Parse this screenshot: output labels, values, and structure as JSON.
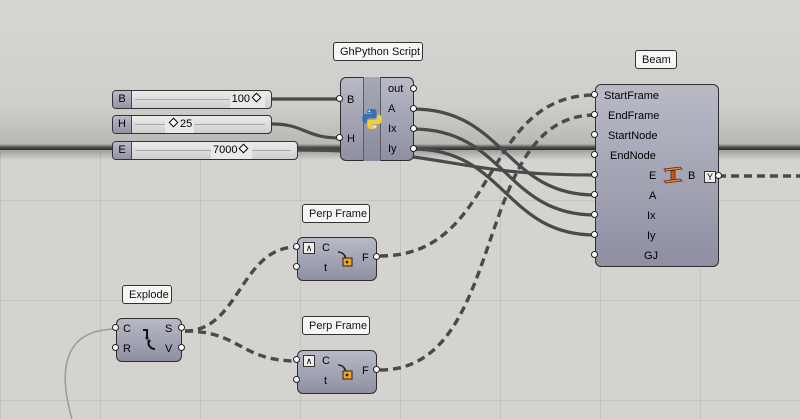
{
  "sliders": [
    {
      "name": "B",
      "value": "100"
    },
    {
      "name": "H",
      "value": "25"
    },
    {
      "name": "E",
      "value": "7000"
    }
  ],
  "ghpython": {
    "title": "GhPython Script",
    "inputs": [
      "B",
      "H"
    ],
    "outputs": [
      "out",
      "A",
      "Ix",
      "Iy"
    ]
  },
  "beam": {
    "title": "Beam",
    "inputs": [
      "StartFrame",
      "EndFrame",
      "StartNode",
      "EndNode",
      "E",
      "A",
      "Ix",
      "Iy",
      "GJ"
    ],
    "output": "B"
  },
  "perp_frame_1": {
    "title": "Perp Frame",
    "inputs": [
      "C",
      "t"
    ],
    "output": "F"
  },
  "perp_frame_2": {
    "title": "Perp Frame",
    "inputs": [
      "C",
      "t"
    ],
    "output": "F"
  },
  "explode": {
    "title": "Explode",
    "inputs": [
      "C",
      "R"
    ],
    "outputs": [
      "S",
      "V"
    ]
  },
  "colors": {
    "canvas": "#d4d3cf",
    "component": "#9a9bad",
    "python_blue": "#3a71a8",
    "python_yellow": "#f2cf3c",
    "beam_orange": "#d9641e"
  }
}
